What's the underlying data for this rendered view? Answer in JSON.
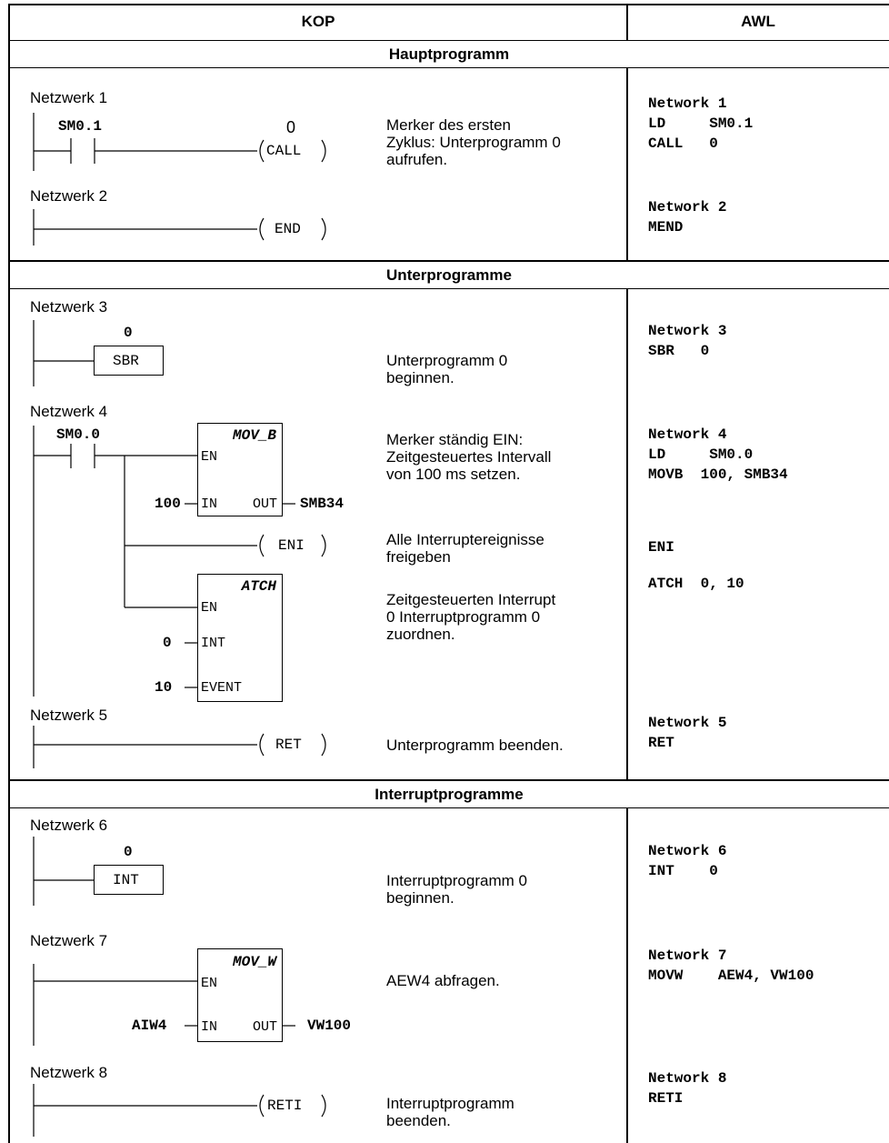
{
  "header": {
    "kop": "KOP",
    "awl": "AWL"
  },
  "sections": {
    "main": "Hauptprogramm",
    "sub": "Unterprogramme",
    "int": "Interruptprogramme"
  },
  "networks": {
    "n1": {
      "title": "Netzwerk 1",
      "contact": "SM0.1",
      "coil_param": "0",
      "coil": "CALL",
      "desc": "Merker des ersten\nZyklus: Unterprogramm 0\naufrufen.",
      "awl": "Network 1\nLD     SM0.1\nCALL   0"
    },
    "n2": {
      "title": "Netzwerk 2",
      "coil": "END",
      "awl": "Network 2\nMEND"
    },
    "n3": {
      "title": "Netzwerk 3",
      "param": "0",
      "box": "SBR",
      "desc": "Unterprogramm 0\nbeginnen.",
      "awl": "Network 3\nSBR   0"
    },
    "n4": {
      "title": "Netzwerk 4",
      "contact": "SM0.0",
      "mov_title": "MOV_B",
      "en": "EN",
      "in": "IN",
      "out": "OUT",
      "in_val": "100",
      "out_val": "SMB34",
      "eni": "ENI",
      "atch_title": "ATCH",
      "int_pin": "INT",
      "event_pin": "EVENT",
      "int_val": "0",
      "event_val": "10",
      "desc1": "Merker ständig EIN:\nZeitgesteuertes Intervall\nvon 100 ms setzen.",
      "desc2": "Alle Interruptereignisse\nfreigeben",
      "desc3": "Zeitgesteuerten Interrupt\n0 Interruptprogramm 0\nzuordnen.",
      "awl1": "Network 4\nLD     SM0.0\nMOVB  100, SMB34",
      "awl2": "ENI",
      "awl3": "ATCH  0, 10"
    },
    "n5": {
      "title": "Netzwerk 5",
      "coil": "RET",
      "desc": "Unterprogramm beenden.",
      "awl": "Network 5\nRET"
    },
    "n6": {
      "title": "Netzwerk 6",
      "param": "0",
      "box": "INT",
      "desc": "Interruptprogramm 0\nbeginnen.",
      "awl": "Network 6\nINT    0"
    },
    "n7": {
      "title": "Netzwerk 7",
      "mov_title": "MOV_W",
      "en": "EN",
      "in": "IN",
      "out": "OUT",
      "in_val": "AIW4",
      "out_val": "VW100",
      "desc": "AEW4 abfragen.",
      "awl": "Network 7\nMOVW    AEW4, VW100"
    },
    "n8": {
      "title": "Netzwerk 8",
      "coil": "RETI",
      "desc": "Interruptprogramm\nbeenden.",
      "awl": "Network 8\nRETI"
    }
  }
}
